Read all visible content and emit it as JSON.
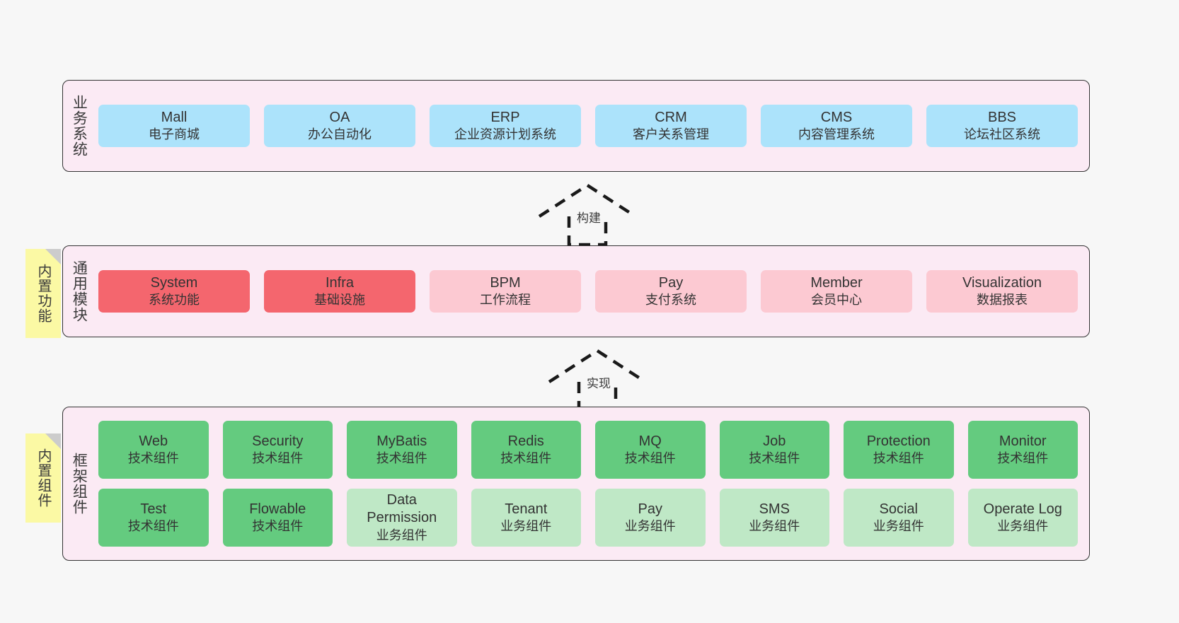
{
  "diagram": {
    "background_color": "#f7f7f7",
    "band_fill": "#fbeaf4",
    "band_border": "#333333",
    "sticky_fill": "#fbf9a4",
    "colors": {
      "blue": "#ace3fb",
      "red": "#f4666e",
      "pink": "#fcc9d2",
      "green_dark": "#64cb7f",
      "green_light": "#bfe8c6"
    }
  },
  "layers": {
    "business": {
      "title": "业务系统",
      "items": [
        {
          "name": "Mall",
          "desc": "电子商城",
          "color": "blue"
        },
        {
          "name": "OA",
          "desc": "办公自动化",
          "color": "blue"
        },
        {
          "name": "ERP",
          "desc": "企业资源计划系统",
          "color": "blue"
        },
        {
          "name": "CRM",
          "desc": "客户关系管理",
          "color": "blue"
        },
        {
          "name": "CMS",
          "desc": "内容管理系统",
          "color": "blue"
        },
        {
          "name": "BBS",
          "desc": "论坛社区系统",
          "color": "blue"
        }
      ]
    },
    "modules": {
      "title": "通用模块",
      "sticky": "内置功能",
      "items": [
        {
          "name": "System",
          "desc": "系统功能",
          "color": "red"
        },
        {
          "name": "Infra",
          "desc": "基础设施",
          "color": "red"
        },
        {
          "name": "BPM",
          "desc": "工作流程",
          "color": "pink"
        },
        {
          "name": "Pay",
          "desc": "支付系统",
          "color": "pink"
        },
        {
          "name": "Member",
          "desc": "会员中心",
          "color": "pink"
        },
        {
          "name": "Visualization",
          "desc": "数据报表",
          "color": "pink"
        }
      ]
    },
    "framework": {
      "title": "框架组件",
      "sticky": "内置组件",
      "row1": [
        {
          "name": "Web",
          "desc": "技术组件",
          "color": "green_dark"
        },
        {
          "name": "Security",
          "desc": "技术组件",
          "color": "green_dark"
        },
        {
          "name": "MyBatis",
          "desc": "技术组件",
          "color": "green_dark"
        },
        {
          "name": "Redis",
          "desc": "技术组件",
          "color": "green_dark"
        },
        {
          "name": "MQ",
          "desc": "技术组件",
          "color": "green_dark"
        },
        {
          "name": "Job",
          "desc": "技术组件",
          "color": "green_dark"
        },
        {
          "name": "Protection",
          "desc": "技术组件",
          "color": "green_dark"
        },
        {
          "name": "Monitor",
          "desc": "技术组件",
          "color": "green_dark"
        }
      ],
      "row2": [
        {
          "name": "Test",
          "desc": "技术组件",
          "color": "green_dark"
        },
        {
          "name": "Flowable",
          "desc": "技术组件",
          "color": "green_dark"
        },
        {
          "name": "Data",
          "name2": "Permission",
          "desc": "业务组件",
          "color": "green_light"
        },
        {
          "name": "Tenant",
          "desc": "业务组件",
          "color": "green_light"
        },
        {
          "name": "Pay",
          "desc": "业务组件",
          "color": "green_light"
        },
        {
          "name": "SMS",
          "desc": "业务组件",
          "color": "green_light"
        },
        {
          "name": "Social",
          "desc": "业务组件",
          "color": "green_light"
        },
        {
          "name": "Operate Log",
          "desc": "业务组件",
          "color": "green_light"
        }
      ]
    }
  },
  "arrows": [
    {
      "label": "构建"
    },
    {
      "label": "实现"
    }
  ]
}
